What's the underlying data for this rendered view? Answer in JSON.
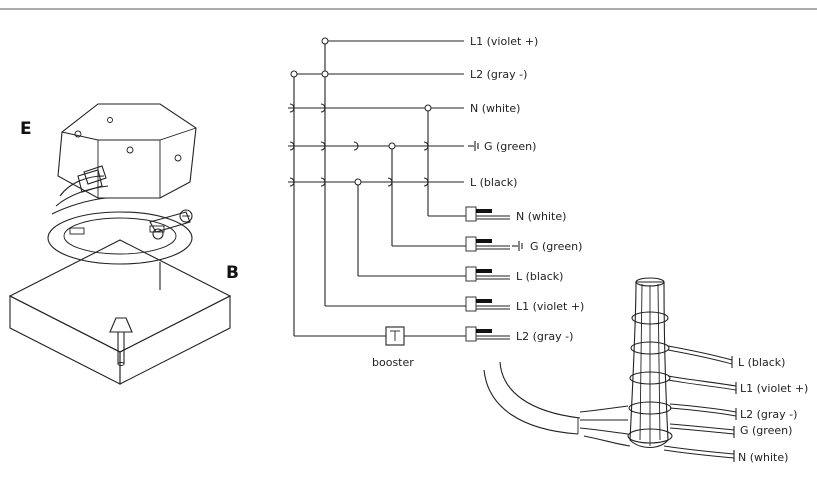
{
  "letters": {
    "e": "E",
    "b": "B"
  },
  "bus_labels": {
    "l1": "L1 (violet +)",
    "l2": "L2 (gray -)",
    "n": "N (white)",
    "g": "G (green)",
    "l": "L (black)"
  },
  "fixture_labels": {
    "n": "N (white)",
    "g": "G (green)",
    "l": "L (black)",
    "l1": "L1 (violet +)",
    "l2": "L2 (gray -)"
  },
  "booster_label": "booster",
  "bundle_labels": {
    "l": "L (black)",
    "l1": "L1 (violet +)",
    "l2": "L2 (gray -)",
    "g": "G (green)",
    "n": "N (white)"
  },
  "icons": {
    "ground": "ground-symbol-icon",
    "booster": "booster-box-icon"
  }
}
